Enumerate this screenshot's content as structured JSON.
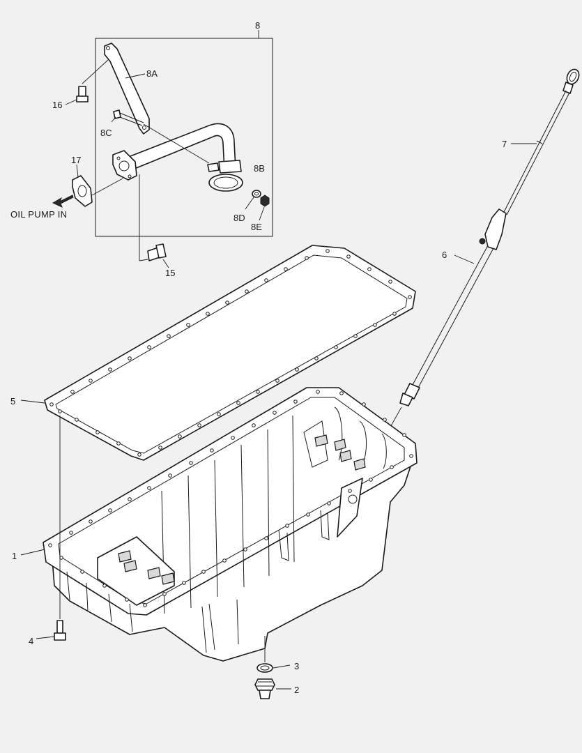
{
  "callouts": {
    "p1": "1",
    "p2": "2",
    "p3": "3",
    "p4": "4",
    "p5": "5",
    "p6": "6",
    "p7": "7",
    "p8": "8",
    "p8A": "8A",
    "p8B": "8B",
    "p8C": "8C",
    "p8D": "8D",
    "p8E": "8E",
    "p15": "15",
    "p16": "16",
    "p17": "17"
  },
  "annotations": {
    "oil_pump_in": "OIL PUMP IN"
  },
  "colors": {
    "background": "#f1f1f1",
    "line": "#1a1a1a",
    "fill": "#ffffff",
    "shade": "#d9d9d9"
  }
}
